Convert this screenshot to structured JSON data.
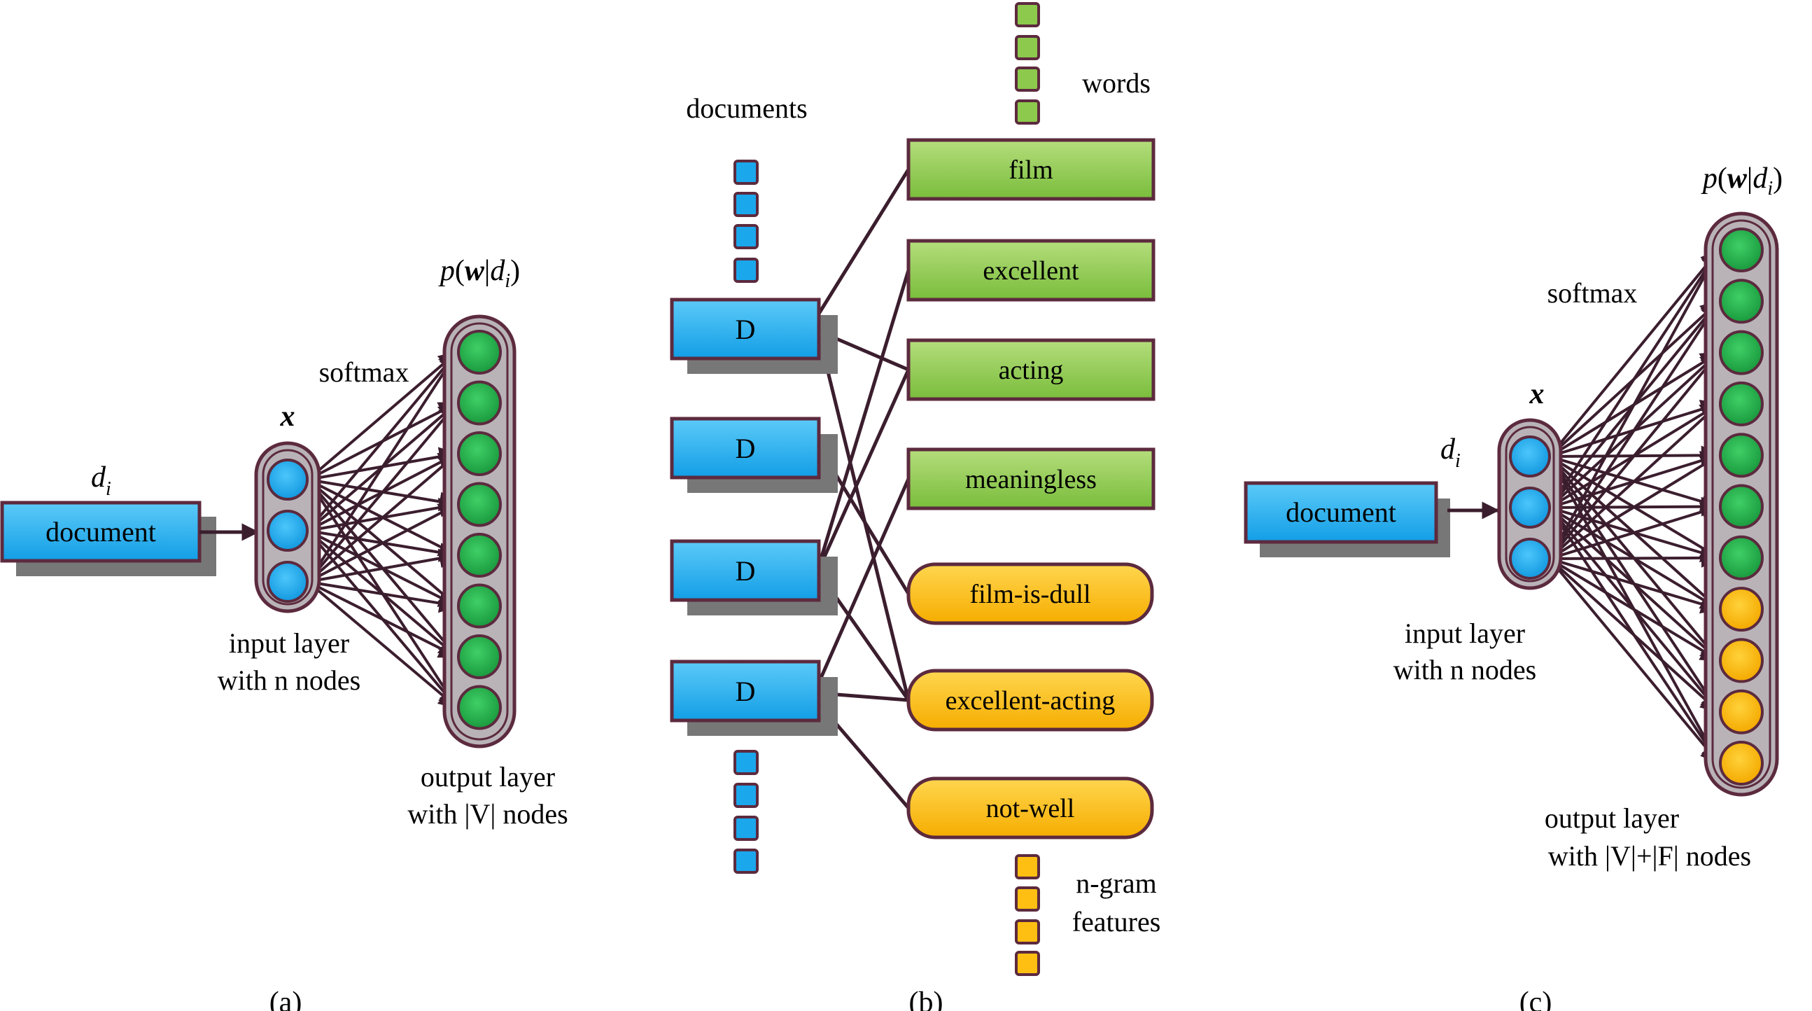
{
  "colors": {
    "blue": "#1ba7ec",
    "green": "#2bb14e",
    "wordbox": "#8cc94c",
    "orange": "#ffbf12",
    "border": "#5c2a3e",
    "column": "#b9b3b8",
    "shadow": "#777777",
    "line": "#3b1e2e"
  },
  "panel_a": {
    "panel_label": "(a)",
    "doc_var": "d",
    "doc_var_sub": "i",
    "doc_box": "document",
    "x_label": "x",
    "softmax": "softmax",
    "prob_p": "p",
    "prob_w": "w",
    "prob_d": "d",
    "prob_sub": "i",
    "input_line1": "input layer",
    "input_line2": "with n nodes",
    "output_line1": "output layer",
    "output_line2": "with |V| nodes",
    "input_nodes": 3,
    "output_nodes": 8
  },
  "panel_b": {
    "panel_label": "(b)",
    "documents_label": "documents",
    "words_label": "words",
    "ngram_line1": "n-gram",
    "ngram_line2": "features",
    "doc_boxes": [
      "D",
      "D",
      "D",
      "D"
    ],
    "word_boxes": [
      "film",
      "excellent",
      "acting",
      "meaningless"
    ],
    "ngram_boxes": [
      "film-is-dull",
      "excellent-acting",
      "not-well"
    ]
  },
  "panel_c": {
    "panel_label": "(c)",
    "doc_var": "d",
    "doc_var_sub": "i",
    "doc_box": "document",
    "x_label": "x",
    "softmax": "softmax",
    "prob_p": "p",
    "prob_w": "w",
    "prob_d": "d",
    "prob_sub": "i",
    "input_line1": "input layer",
    "input_line2": "with n nodes",
    "output_line1": "output layer",
    "output_line2": "with |V|+|F| nodes",
    "input_nodes": 3,
    "output_nodes_green": 7,
    "output_nodes_orange": 4
  }
}
